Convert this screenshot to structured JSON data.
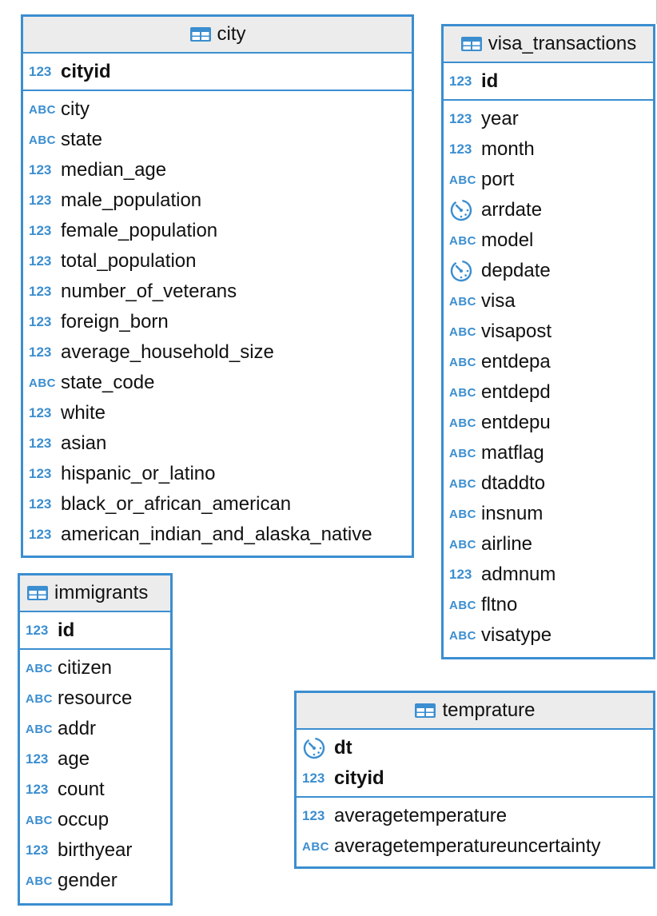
{
  "tables": {
    "city": {
      "name": "city",
      "keys": [
        {
          "type": "123",
          "name": "cityid"
        }
      ],
      "columns": [
        {
          "type": "ABC",
          "name": "city"
        },
        {
          "type": "ABC",
          "name": "state"
        },
        {
          "type": "123",
          "name": "median_age"
        },
        {
          "type": "123",
          "name": "male_population"
        },
        {
          "type": "123",
          "name": "female_population"
        },
        {
          "type": "123",
          "name": "total_population"
        },
        {
          "type": "123",
          "name": "number_of_veterans"
        },
        {
          "type": "123",
          "name": "foreign_born"
        },
        {
          "type": "123",
          "name": "average_household_size"
        },
        {
          "type": "ABC",
          "name": "state_code"
        },
        {
          "type": "123",
          "name": "white"
        },
        {
          "type": "123",
          "name": "asian"
        },
        {
          "type": "123",
          "name": "hispanic_or_latino"
        },
        {
          "type": "123",
          "name": "black_or_african_american"
        },
        {
          "type": "123",
          "name": "american_indian_and_alaska_native"
        }
      ]
    },
    "visa_transactions": {
      "name": "visa_transactions",
      "keys": [
        {
          "type": "123",
          "name": "id"
        }
      ],
      "columns": [
        {
          "type": "123",
          "name": "year"
        },
        {
          "type": "123",
          "name": "month"
        },
        {
          "type": "ABC",
          "name": "port"
        },
        {
          "type": "time",
          "name": "arrdate"
        },
        {
          "type": "ABC",
          "name": "model"
        },
        {
          "type": "time",
          "name": "depdate"
        },
        {
          "type": "ABC",
          "name": "visa"
        },
        {
          "type": "ABC",
          "name": "visapost"
        },
        {
          "type": "ABC",
          "name": "entdepa"
        },
        {
          "type": "ABC",
          "name": "entdepd"
        },
        {
          "type": "ABC",
          "name": "entdepu"
        },
        {
          "type": "ABC",
          "name": "matflag"
        },
        {
          "type": "ABC",
          "name": "dtaddto"
        },
        {
          "type": "ABC",
          "name": "insnum"
        },
        {
          "type": "ABC",
          "name": "airline"
        },
        {
          "type": "123",
          "name": "admnum"
        },
        {
          "type": "ABC",
          "name": "fltno"
        },
        {
          "type": "ABC",
          "name": "visatype"
        }
      ]
    },
    "immigrants": {
      "name": "immigrants",
      "keys": [
        {
          "type": "123",
          "name": "id"
        }
      ],
      "columns": [
        {
          "type": "ABC",
          "name": "citizen"
        },
        {
          "type": "ABC",
          "name": "resource"
        },
        {
          "type": "ABC",
          "name": "addr"
        },
        {
          "type": "123",
          "name": "age"
        },
        {
          "type": "123",
          "name": "count"
        },
        {
          "type": "ABC",
          "name": "occup"
        },
        {
          "type": "123",
          "name": "birthyear"
        },
        {
          "type": "ABC",
          "name": "gender"
        }
      ]
    },
    "temprature": {
      "name": "temprature",
      "keys": [
        {
          "type": "time",
          "name": "dt"
        },
        {
          "type": "123",
          "name": "cityid"
        }
      ],
      "columns": [
        {
          "type": "123",
          "name": "averagetemperature"
        },
        {
          "type": "ABC",
          "name": "averagetemperatureuncertainty"
        }
      ]
    }
  },
  "colors": {
    "accent": "#3b8ed0",
    "header_bg": "#ececec"
  },
  "icons": {
    "table": "table-grid-icon",
    "numeric": "123",
    "text": "ABC",
    "datetime": "clock-icon"
  }
}
